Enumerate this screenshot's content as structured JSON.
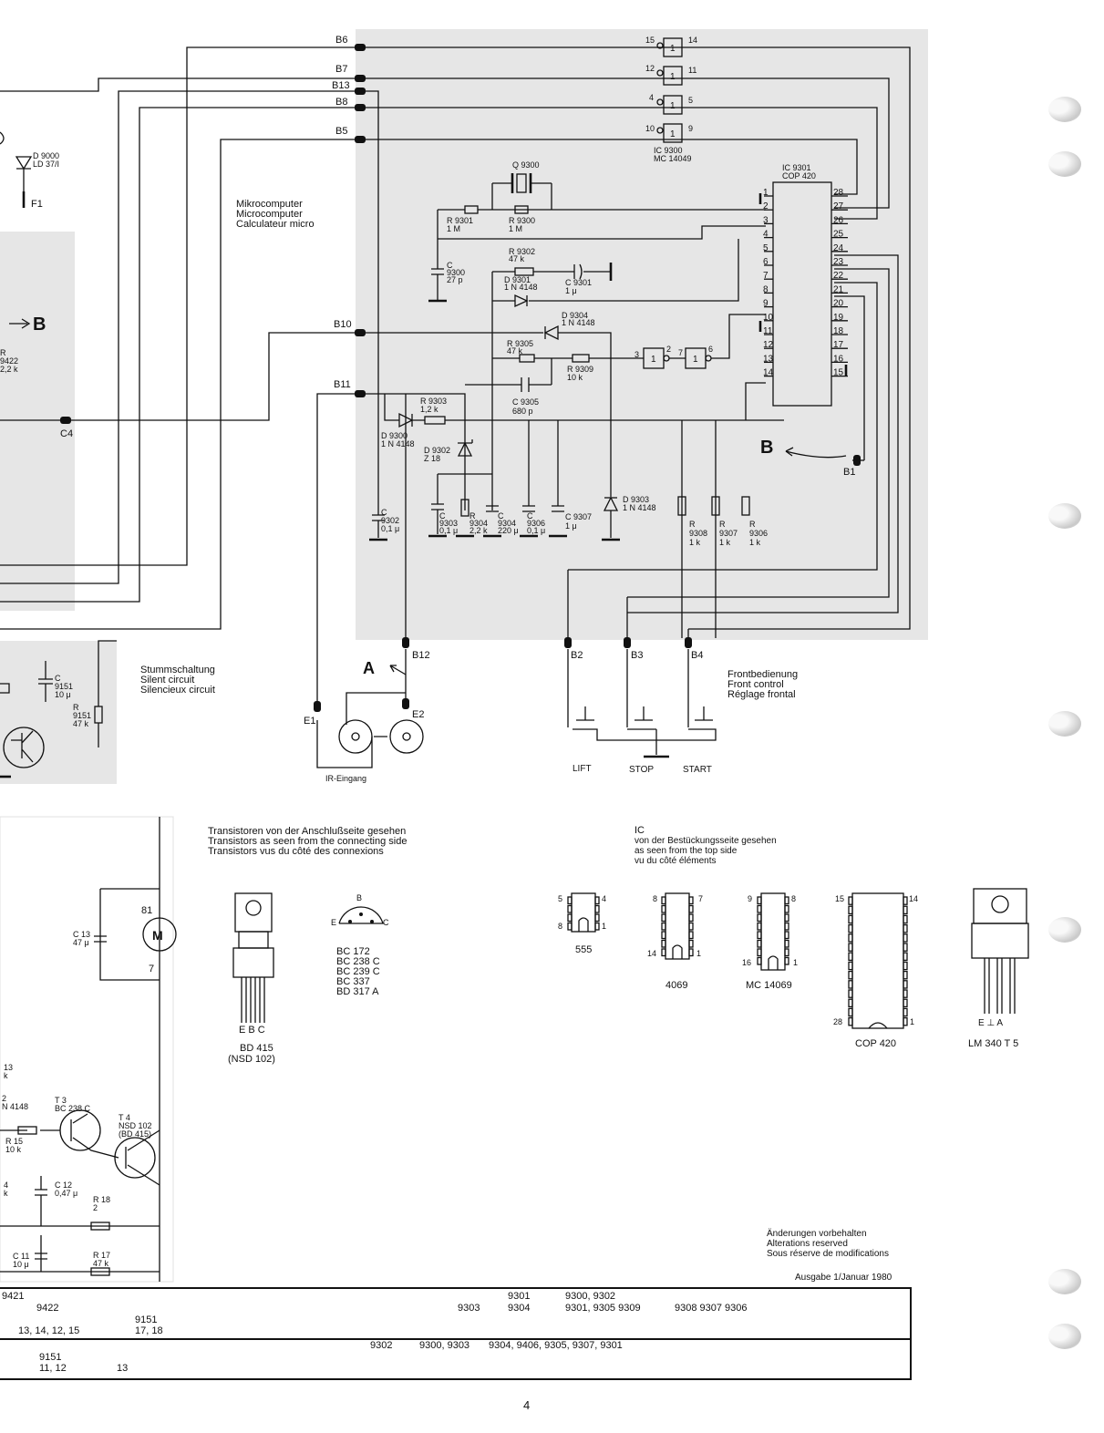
{
  "title_block": {
    "de": "Mikrocomputer",
    "en": "Microcomputer",
    "fr": "Calculateur micro"
  },
  "silent": {
    "de": "Stummschaltung",
    "en": "Silent circuit",
    "fr": "Silencieux circuit"
  },
  "front": {
    "de": "Frontbedienung",
    "en": "Front control",
    "fr": "Réglage frontal"
  },
  "ir_input": "IR-Eingang",
  "buttons": {
    "lift": "LIFT",
    "stop": "STOP",
    "start": "START"
  },
  "connectors": [
    "B6",
    "B7",
    "B13",
    "B8",
    "B5",
    "B10",
    "B11",
    "B12",
    "B1",
    "B2",
    "B3",
    "B4",
    "E1",
    "E2",
    "C4",
    "F1",
    "81",
    "7"
  ],
  "ics": {
    "ic9300": [
      "IC 9300",
      "MC 14049"
    ],
    "ic9301": [
      "IC 9301",
      "COP 420"
    ]
  },
  "components": {
    "q9300": "Q 9300",
    "r9301": [
      "R 9301",
      "1 M"
    ],
    "r9300": [
      "R 9300",
      "1 M"
    ],
    "c9300": [
      "C",
      "9300",
      "27 p"
    ],
    "r9302": [
      "R 9302",
      "47 k"
    ],
    "d9301": [
      "D 9301",
      "1 N 4148"
    ],
    "c9301": [
      "C 9301",
      "1 μ"
    ],
    "d9304": [
      "D 9304",
      "1 N 4148"
    ],
    "r9305": [
      "R 9305",
      "47 k"
    ],
    "r9309": [
      "R 9309",
      "10 k"
    ],
    "r9303": [
      "R 9303",
      "1,2 k"
    ],
    "c9305": [
      "C 9305",
      "680 p"
    ],
    "d9300": [
      "D 9300",
      "1 N 4148"
    ],
    "d9302": [
      "D 9302",
      "Z 18"
    ],
    "c9302": [
      "C",
      "9302",
      "0,1 μ"
    ],
    "c9303": [
      "C",
      "9303",
      "0,1 μ"
    ],
    "r9304": [
      "R",
      "9304",
      "2,2 k"
    ],
    "c9304": [
      "C",
      "9304",
      "220 μ"
    ],
    "c9306": [
      "C",
      "9306",
      "0,1 μ"
    ],
    "c9307": [
      "C 9307",
      "1 μ"
    ],
    "d9303": [
      "D 9303",
      "1 N 4148"
    ],
    "r9308": [
      "R",
      "9308",
      "1 k"
    ],
    "r9307": [
      "R",
      "9307",
      "1 k"
    ],
    "r9306": [
      "R",
      "9306",
      "1 k"
    ],
    "d9000": [
      "D 9000",
      "LD 37/I"
    ],
    "c9151": [
      "C",
      "9151",
      "10 μ"
    ],
    "r9151": [
      "R",
      "9151",
      "47 k"
    ],
    "r9422": [
      "R",
      "9422",
      "2,2 k"
    ],
    "c13": [
      "C 13",
      "47 μ"
    ],
    "t3": [
      "T 3",
      "BC 238 C"
    ],
    "t4": [
      "T 4",
      "NSD 102",
      "(BD 415)"
    ],
    "r15": [
      "R 15",
      "10 k"
    ],
    "c12": [
      "C 12",
      "0,47 μ"
    ],
    "r18": [
      "R 18",
      "2"
    ],
    "c11": [
      "C 11",
      "10 μ"
    ],
    "r17": [
      "R 17",
      "47 k"
    ],
    "d2": [
      "2",
      "N 4148"
    ],
    "r13": [
      "13",
      "k"
    ],
    "r14": [
      "4",
      "k"
    ]
  },
  "gate_pins": [
    [
      "15",
      "14"
    ],
    [
      "12",
      "11"
    ],
    [
      "4",
      "5"
    ],
    [
      "10",
      "9"
    ],
    [
      "3",
      "2",
      "7",
      "6"
    ]
  ],
  "cop_pins_left": [
    "1",
    "2",
    "3",
    "4",
    "5",
    "6",
    "7",
    "8",
    "9",
    "10",
    "11",
    "12",
    "13",
    "14"
  ],
  "cop_pins_right": [
    "28",
    "27",
    "26",
    "25",
    "24",
    "23",
    "22",
    "21",
    "20",
    "19",
    "18",
    "17",
    "16",
    "15"
  ],
  "transistor_note": {
    "de": "Transistoren von der Anschlußseite gesehen",
    "en": "Transistors as seen from the connecting side",
    "fr": "Transistors vus du côté des connexions"
  },
  "ic_note": {
    "title": "IC",
    "de": "von der Bestückungsseite gesehen",
    "en": "as seen from the top side",
    "fr": "vu du côté éléments"
  },
  "packages": {
    "bd415": {
      "pins": "E B C",
      "name": "BD 415",
      "alt": "(NSD 102)"
    },
    "ebc_pins": [
      "B",
      "E",
      "C"
    ],
    "to92_list": [
      "BC 172",
      "BC 238 C",
      "BC 239 C",
      "BC 337",
      "BD 317 A"
    ],
    "p555": {
      "name": "555",
      "pins": [
        "5",
        "4",
        "8",
        "1"
      ]
    },
    "p4069": {
      "name": "4069",
      "pins": [
        "8",
        "7",
        "14",
        "1"
      ]
    },
    "pmc14069": {
      "name": "MC 14069",
      "pins": [
        "9",
        "8",
        "16",
        "1"
      ]
    },
    "pcop420": {
      "name": "COP 420",
      "pins": [
        "15",
        "14",
        "28",
        "1"
      ]
    },
    "plm340": {
      "name": "LM 340 T 5",
      "pins": "E ⊥ A"
    }
  },
  "notes": {
    "de": "Änderungen vorbehalten",
    "en": "Alterations reserved",
    "fr": "Sous réserve de modifications",
    "issue": "Ausgabe 1/Januar 1980"
  },
  "side_labels": {
    "b_left": "B",
    "b_right": "B",
    "a": "A"
  },
  "parts_table": {
    "r1": [
      "9421",
      "9301",
      "9300, 9302"
    ],
    "r2": [
      "9422",
      "9303",
      "9304",
      "9301, 9305 9309",
      "9308 9307 9306"
    ],
    "r3": [
      "9151"
    ],
    "r4": [
      "13, 14, 12, 15",
      "17, 18"
    ],
    "r5": [
      "9302",
      "9300, 9303",
      "9304, 9406, 9305, 9307, 9301"
    ],
    "r6": [
      "9151"
    ],
    "r7": [
      "11, 12",
      "13"
    ]
  },
  "page_number": "4"
}
